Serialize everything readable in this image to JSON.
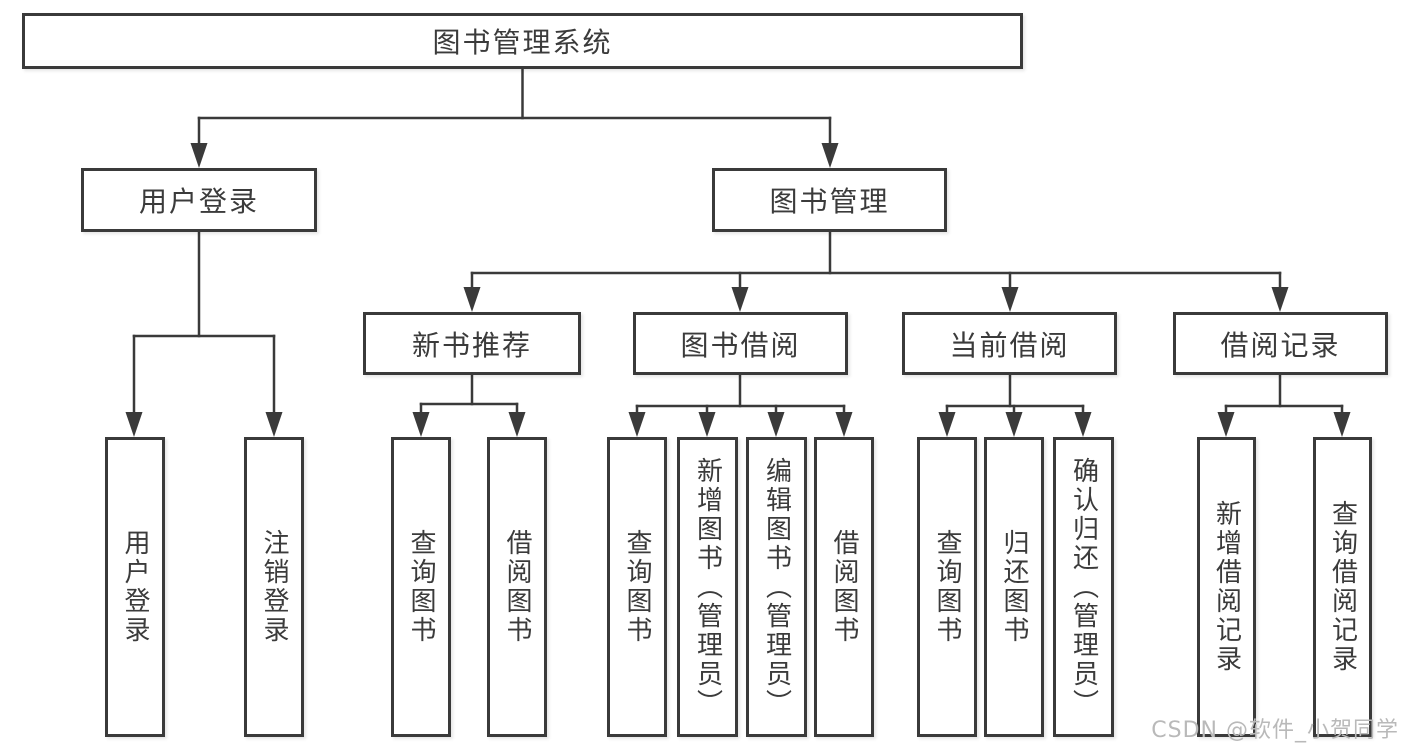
{
  "colors": {
    "line": "#3a3a3a",
    "text": "#3b3b3b",
    "box_background": "#ffffff",
    "page_background": "#ffffff",
    "watermark": "#b9b9b9"
  },
  "watermark": {
    "text": "CSDN @软件_小贺同学"
  },
  "tree": {
    "label": "图书管理系统",
    "children": [
      {
        "label": "用户登录",
        "children": [
          {
            "label": "用户登录"
          },
          {
            "label": "注销登录"
          }
        ]
      },
      {
        "label": "图书管理",
        "children": [
          {
            "label": "新书推荐",
            "children": [
              {
                "label": "查询图书"
              },
              {
                "label": "借阅图书"
              }
            ]
          },
          {
            "label": "图书借阅",
            "children": [
              {
                "label": "查询图书"
              },
              {
                "label": "新增图书（管理员）"
              },
              {
                "label": "编辑图书（管理员）"
              },
              {
                "label": "借阅图书"
              }
            ]
          },
          {
            "label": "当前借阅",
            "children": [
              {
                "label": "查询图书"
              },
              {
                "label": "归还图书"
              },
              {
                "label": "确认归还（管理员）"
              }
            ]
          },
          {
            "label": "借阅记录",
            "children": [
              {
                "label": "新增借阅记录"
              },
              {
                "label": "查询借阅记录"
              }
            ]
          }
        ]
      }
    ]
  }
}
